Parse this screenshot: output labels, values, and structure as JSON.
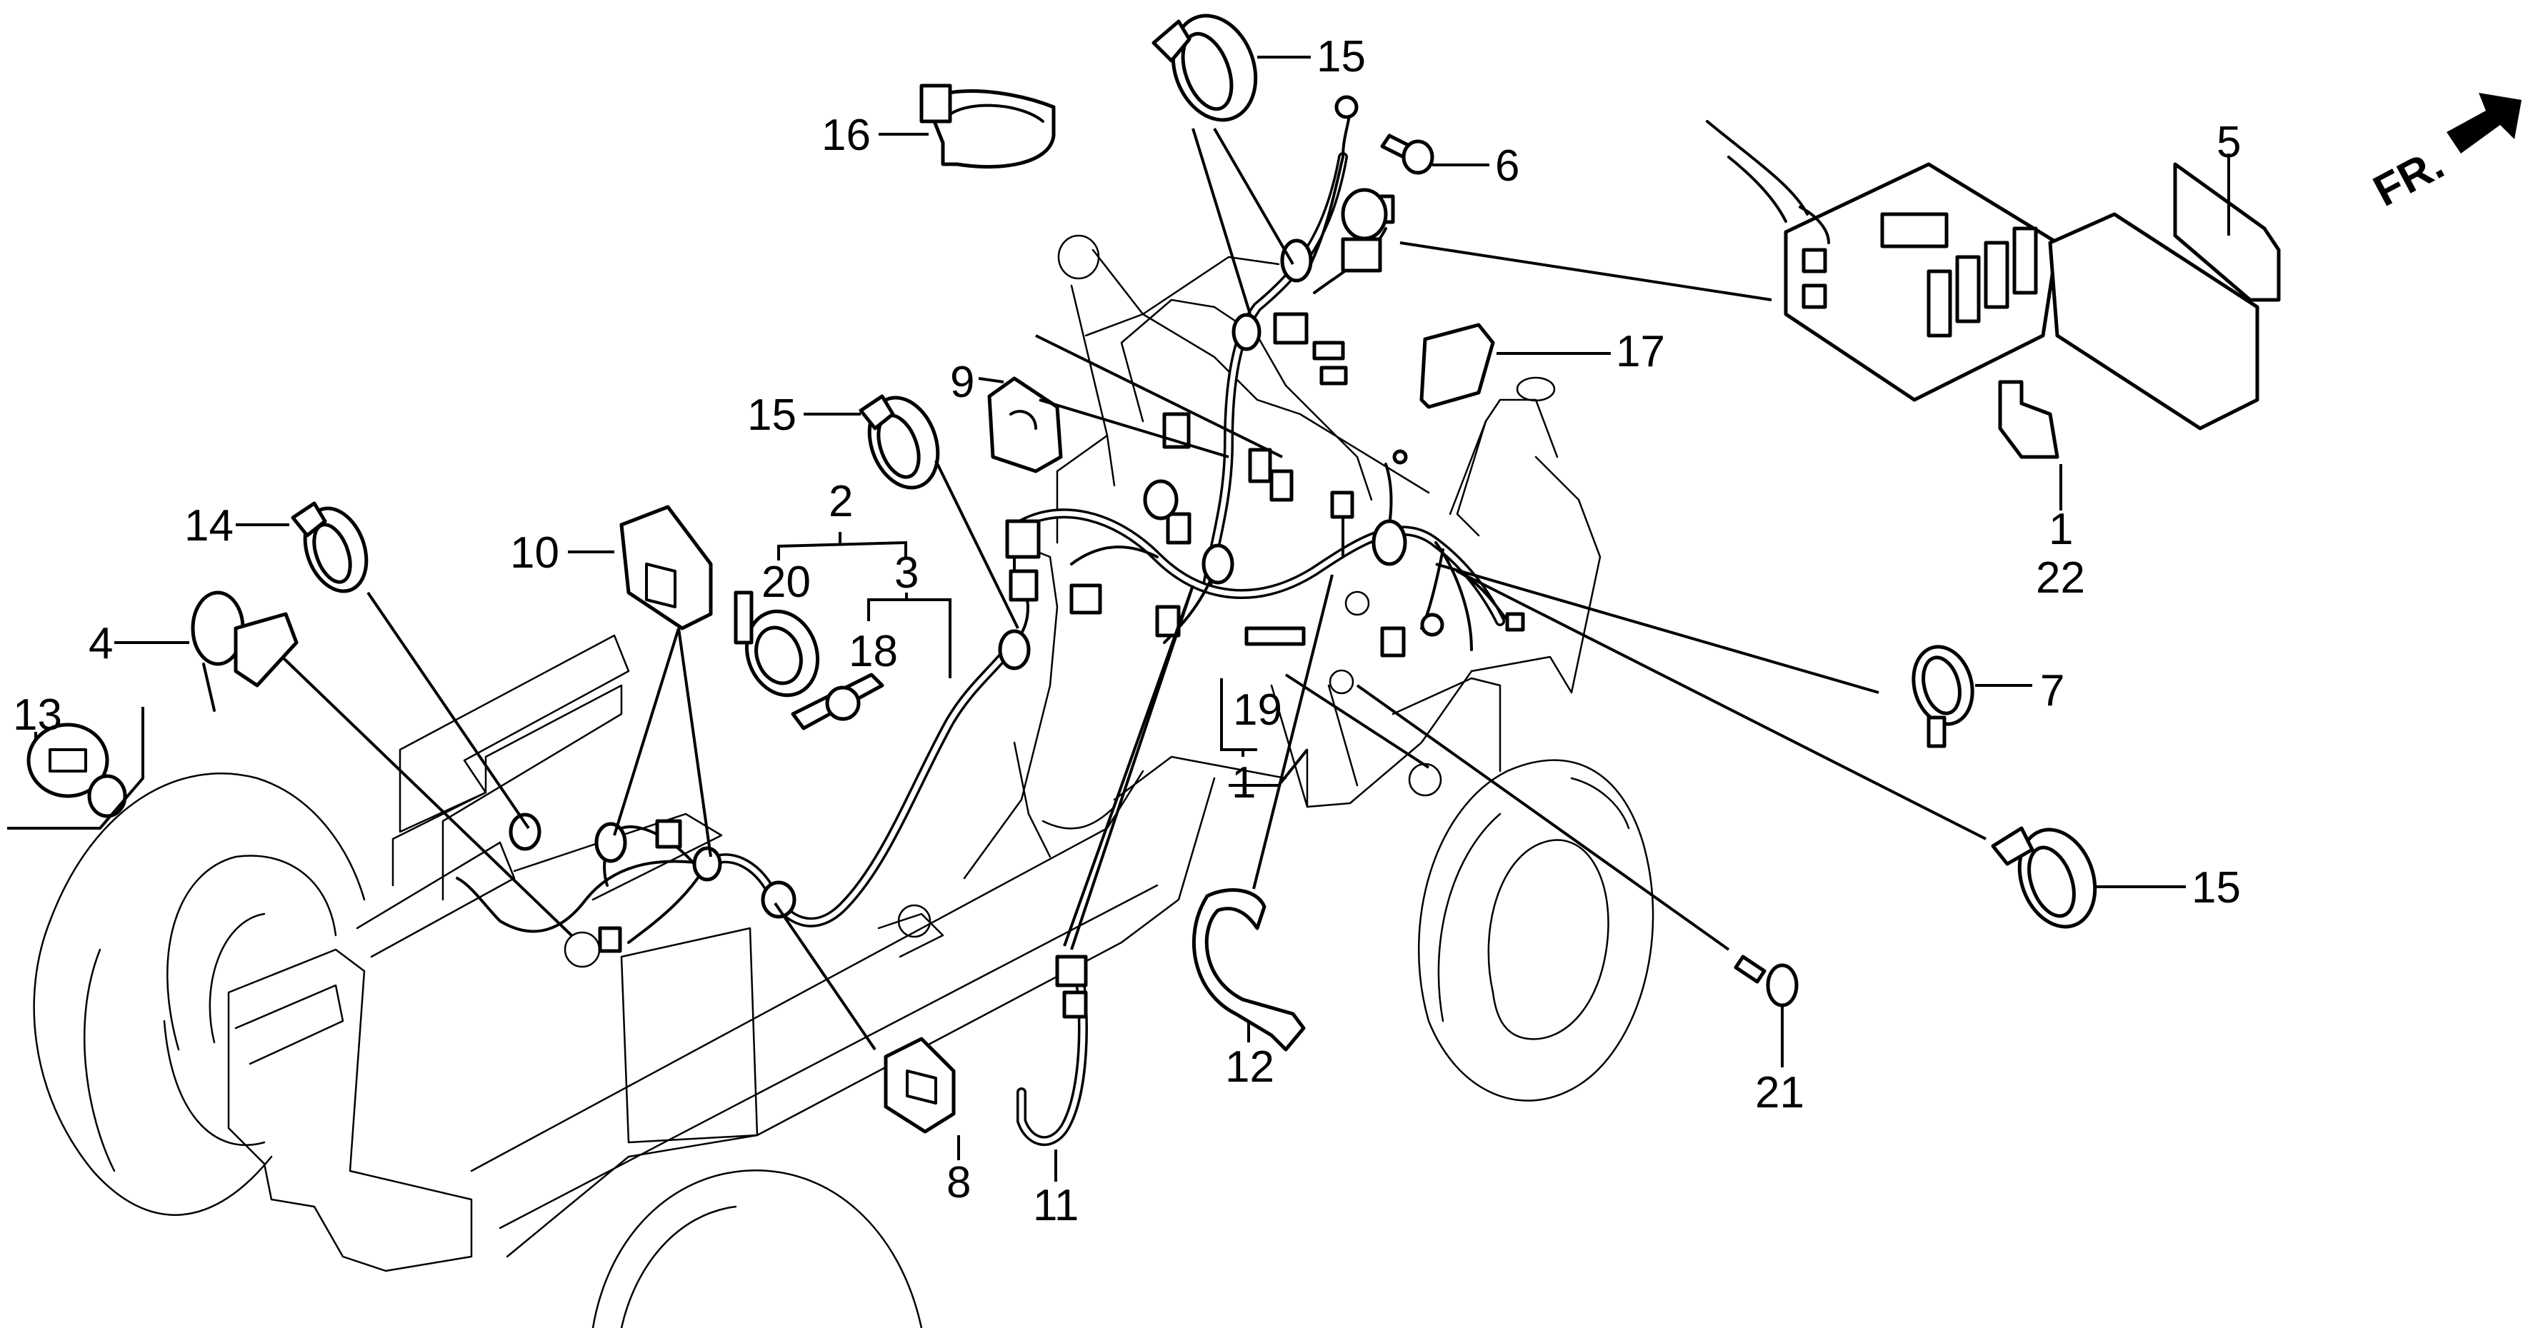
{
  "diagram": {
    "title": "Wire harness parts diagram",
    "direction_indicator": {
      "label": "FR.",
      "icon": "front-direction-arrow-icon"
    },
    "callouts": [
      {
        "id": "c15a",
        "label": "15",
        "part": "harness-clamp"
      },
      {
        "id": "c16",
        "label": "16",
        "part": "harness-clamp-large"
      },
      {
        "id": "c6",
        "label": "6",
        "part": "flange-bolt"
      },
      {
        "id": "c5",
        "label": "5",
        "part": "fuse-box-label"
      },
      {
        "id": "c17",
        "label": "17",
        "part": "relay-cushion"
      },
      {
        "id": "c9",
        "label": "9",
        "part": "harness-band-clip"
      },
      {
        "id": "c15b",
        "label": "15",
        "part": "harness-clamp"
      },
      {
        "id": "c14",
        "label": "14",
        "part": "harness-clamp"
      },
      {
        "id": "c10",
        "label": "10",
        "part": "harness-clip"
      },
      {
        "id": "c2",
        "label": "2",
        "part": "sub-harness-assembly"
      },
      {
        "id": "c20",
        "label": "20",
        "part": "band-clamp"
      },
      {
        "id": "c3",
        "label": "3",
        "part": "sub-harness"
      },
      {
        "id": "c18",
        "label": "18",
        "part": "wire-clip"
      },
      {
        "id": "c4",
        "label": "4",
        "part": "harness-clamp"
      },
      {
        "id": "c13",
        "label": "13",
        "part": "harness-clamp"
      },
      {
        "id": "c1a",
        "label": "1",
        "part": "fuse"
      },
      {
        "id": "c22",
        "label": "22",
        "part": "fuse"
      },
      {
        "id": "c7",
        "label": "7",
        "part": "hose-clamp"
      },
      {
        "id": "c19",
        "label": "19",
        "part": "fuse"
      },
      {
        "id": "c1b",
        "label": "1",
        "part": "main-wire-harness"
      },
      {
        "id": "c15c",
        "label": "15",
        "part": "harness-clamp"
      },
      {
        "id": "c12",
        "label": "12",
        "part": "harness-band"
      },
      {
        "id": "c21",
        "label": "21",
        "part": "flange-bolt"
      },
      {
        "id": "c8",
        "label": "8",
        "part": "harness-clip"
      },
      {
        "id": "c11",
        "label": "11",
        "part": "ground-cable"
      }
    ]
  }
}
